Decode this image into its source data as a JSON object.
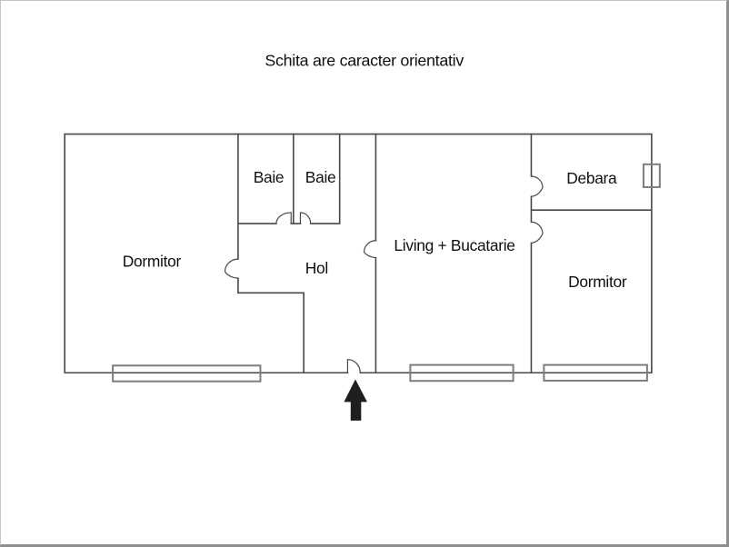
{
  "title": "Schita are caracter orientativ",
  "rooms": [
    {
      "id": "dormitor-left",
      "label": "Dormitor"
    },
    {
      "id": "baie-1",
      "label": "Baie"
    },
    {
      "id": "baie-2",
      "label": "Baie"
    },
    {
      "id": "hol",
      "label": "Hol"
    },
    {
      "id": "living-bucatarie",
      "label": "Living + Bucatarie"
    },
    {
      "id": "debara",
      "label": "Debara"
    },
    {
      "id": "dormitor-right",
      "label": "Dormitor"
    }
  ],
  "entrance": {
    "arrow_direction": "up"
  },
  "colors": {
    "wall": "#474747",
    "door": "#474747",
    "window": "#7d7d7d",
    "arrow": "#1e1e1e",
    "background": "#ffffff"
  }
}
